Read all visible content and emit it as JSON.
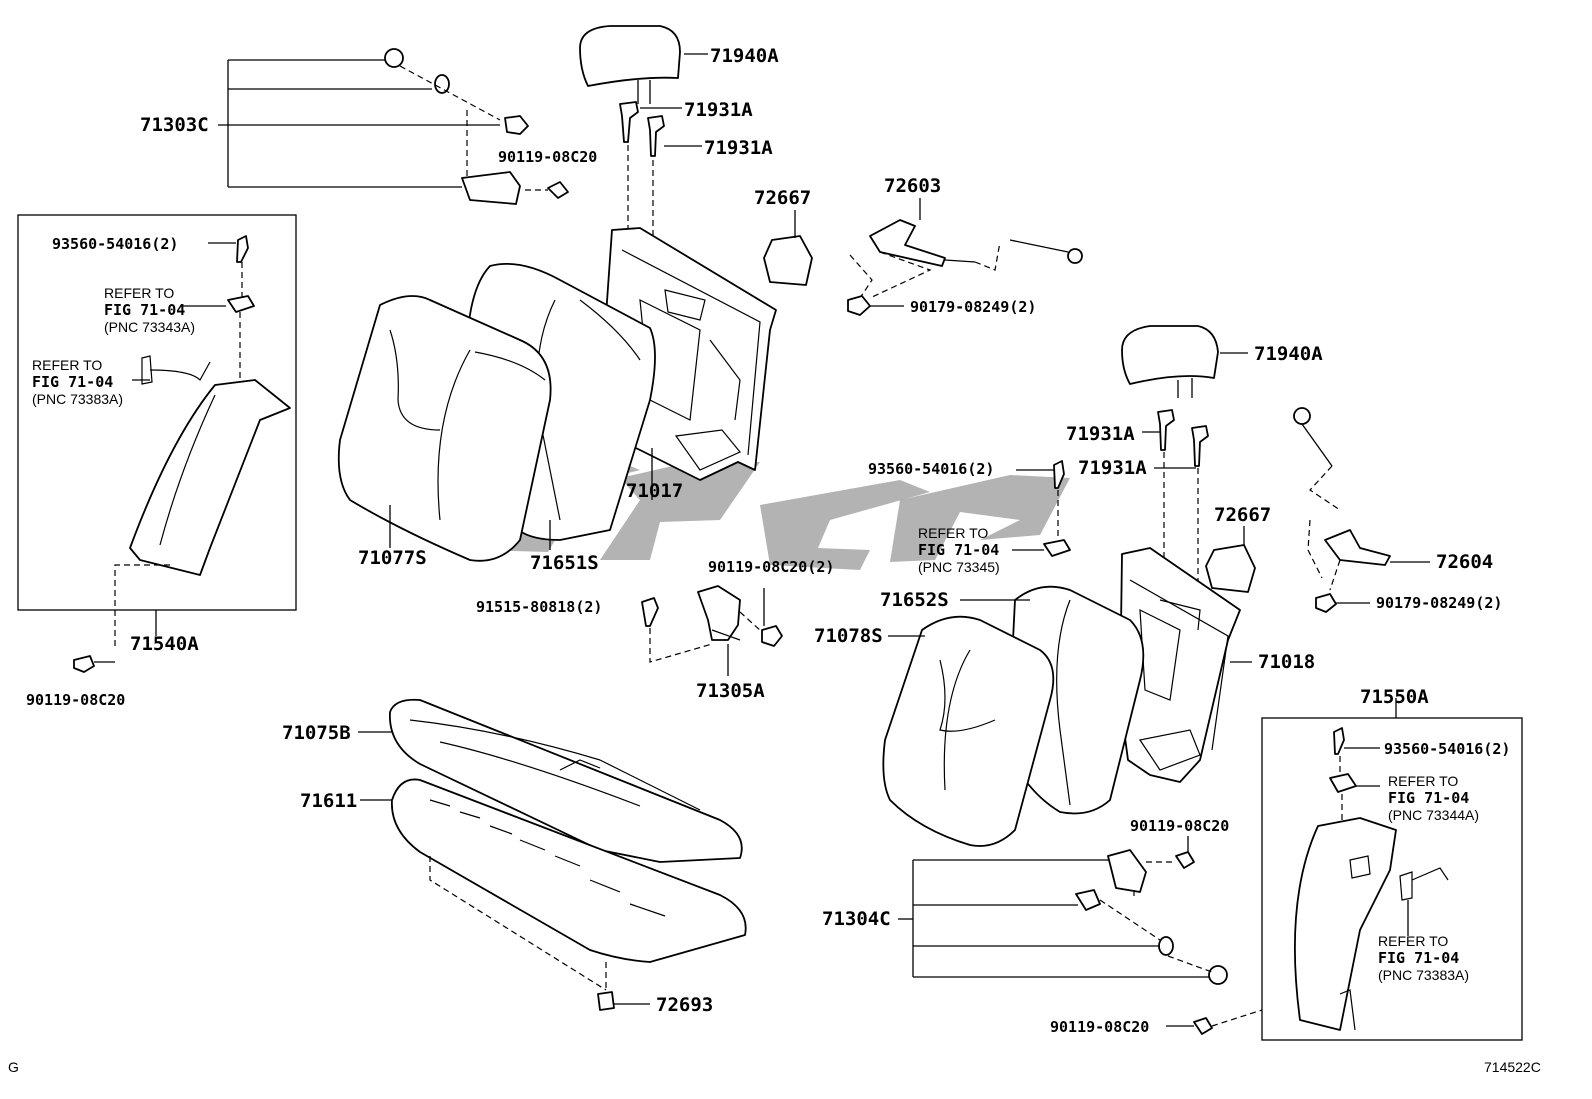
{
  "labels": {
    "p71940A_top": "71940A",
    "p71931A_1": "71931A",
    "p71931A_2": "71931A",
    "p71303C": "71303C",
    "p90119_08C20_top": "90119-08C20",
    "p72667_top": "72667",
    "p72603": "72603",
    "p90179_08249_top": "90179-08249(2)",
    "p93560_54016_left": "93560-54016(2)",
    "p71017": "71017",
    "p71077S": "71077S",
    "p71651S": "71651S",
    "p71540A": "71540A",
    "p90119_08C20_left": "90119-08C20",
    "p90119_08C20_2_mid": "90119-08C20(2)",
    "p91515_80818": "91515-80818(2)",
    "p71305A": "71305A",
    "p71075B": "71075B",
    "p71611": "71611",
    "p72693": "72693",
    "p71940A_right": "71940A",
    "p71931A_3": "71931A",
    "p71931A_4": "71931A",
    "p93560_54016_mid": "93560-54016(2)",
    "p72667_right": "72667",
    "p72604": "72604",
    "p90179_08249_right": "90179-08249(2)",
    "p71652S": "71652S",
    "p71078S": "71078S",
    "p71018": "71018",
    "p71550A": "71550A",
    "p93560_54016_right": "93560-54016(2)",
    "p90119_08C20_right": "90119-08C20",
    "p71304C": "71304C",
    "p90119_08C20_bottom": "90119-08C20"
  },
  "refs": {
    "ref1": {
      "line1": "REFER TO",
      "fig": "FIG 71-04",
      "pnc": "(PNC 73343A)"
    },
    "ref2": {
      "line1": "REFER TO",
      "fig": "FIG 71-04",
      "pnc": "(PNC 73383A)"
    },
    "ref3": {
      "line1": "REFER TO",
      "fig": "FIG 71-04",
      "pnc": "(PNC 73345)"
    },
    "ref4": {
      "line1": "REFER TO",
      "fig": "FIG 71-04",
      "pnc": "(PNC 73344A)"
    },
    "ref5": {
      "line1": "REFER TO",
      "fig": "FIG 71-04",
      "pnc": "(PNC 73383A)"
    }
  },
  "corner": {
    "left": "G",
    "right": "714522C"
  },
  "colors": {
    "ink": "#000000",
    "watermark": "#9a9a9a",
    "background": "#ffffff"
  }
}
